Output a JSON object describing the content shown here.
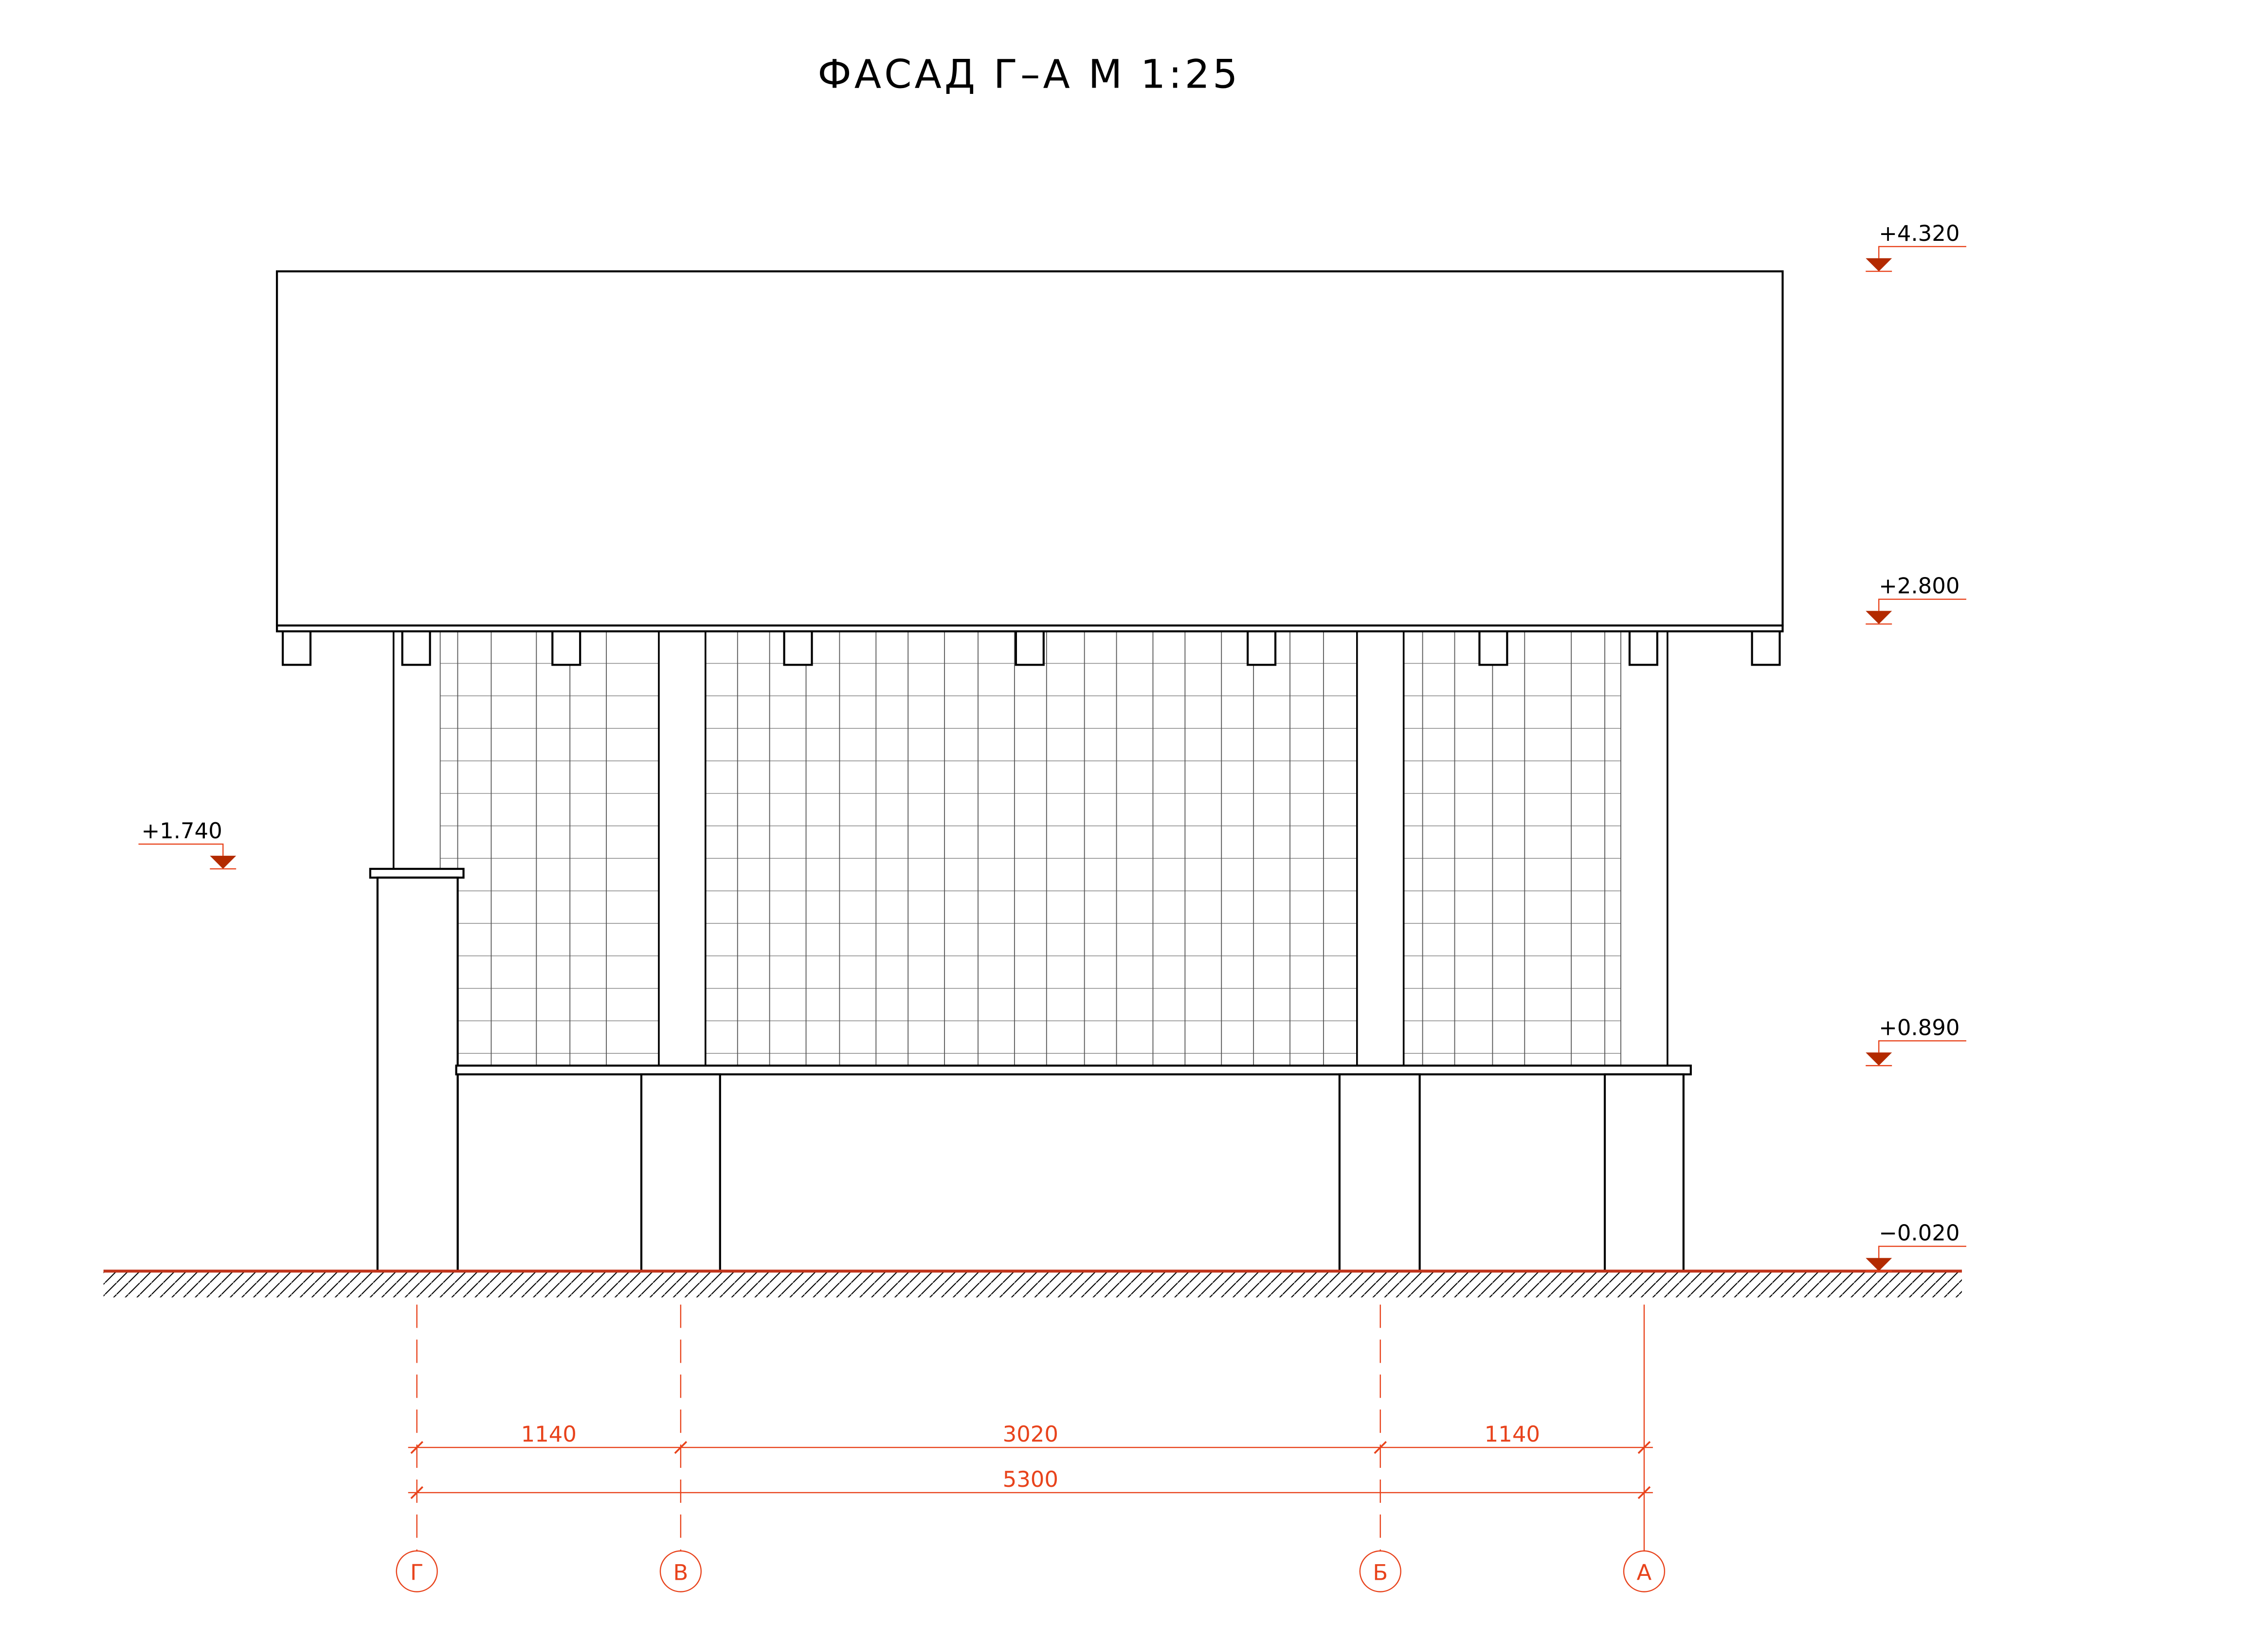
{
  "title": "ФАСАД Г–А М 1:25",
  "colors": {
    "annotation": "#e8431c",
    "marker": "#b32a00",
    "lines": "#000000"
  },
  "levels": [
    {
      "label": "+4.320",
      "side": "right"
    },
    {
      "label": "+2.800",
      "side": "right"
    },
    {
      "label": "+0.890",
      "side": "right"
    },
    {
      "label": "−0.020",
      "side": "right"
    },
    {
      "label": "+1.740",
      "side": "left"
    }
  ],
  "dimensions": {
    "segments": [
      "1140",
      "3020",
      "1140"
    ],
    "total": "5300"
  },
  "axes": [
    "Г",
    "В",
    "Б",
    "А"
  ]
}
